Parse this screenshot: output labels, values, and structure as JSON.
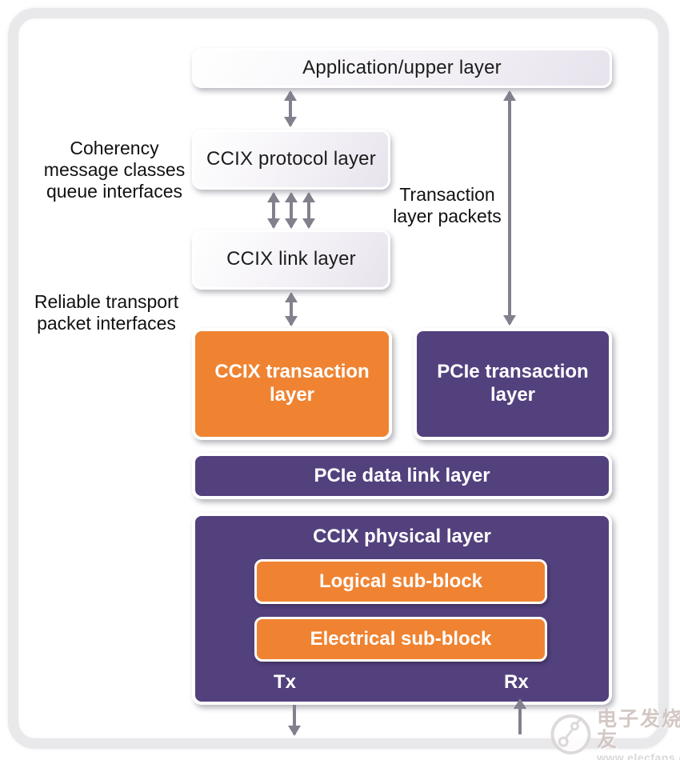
{
  "colors": {
    "orange": "#EF8332",
    "purple": "#53417E",
    "arrow_gray": "#81818D",
    "frame_gray": "#E9E9EB",
    "light_box_gradient_end": "#E7E3ED",
    "dark_text": "#1C1C1C"
  },
  "boxes": {
    "application": {
      "label": "Application/upper layer"
    },
    "ccix_protocol": {
      "label": "CCIX protocol layer"
    },
    "ccix_link": {
      "label": "CCIX link layer"
    },
    "ccix_transaction": {
      "label": "CCIX transaction layer"
    },
    "pcie_transaction": {
      "label": "PCIe transaction layer"
    },
    "pcie_data_link": {
      "label": "PCIe data link layer"
    },
    "ccix_physical": {
      "label": "CCIX physical layer"
    },
    "logical_sub_block": {
      "label": "Logical sub-block"
    },
    "electrical_sub_block": {
      "label": "Electrical sub-block"
    }
  },
  "annotations": {
    "coherency": "Coherency\nmessage classes\nqueue interfaces",
    "transaction_packets": "Transaction\nlayer packets",
    "reliable_transport": "Reliable transport\npacket interfaces",
    "tx_label": "Tx",
    "rx_label": "Rx"
  },
  "watermark": {
    "site_name": "电子发烧友",
    "site_url": "www.elecfans.com"
  }
}
